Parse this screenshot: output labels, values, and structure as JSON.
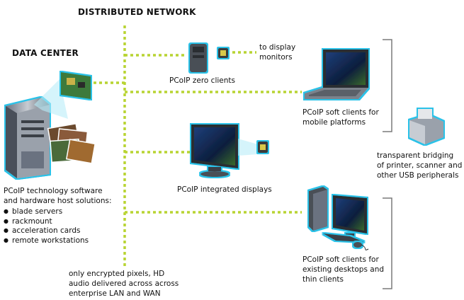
{
  "titles": {
    "network": "DISTRIBUTED NETWORK",
    "datacenter": "DATA CENTER"
  },
  "labels": {
    "zero_clients": "PCoIP zero clients",
    "to_display_1": "to display",
    "to_display_2": "monitors",
    "soft_mobile_1": "PCoIP soft clients for",
    "soft_mobile_2": "mobile platforms",
    "integrated": "PCoIP integrated displays",
    "bridging_1": "transparent bridging",
    "bridging_2": "of printer, scanner and",
    "bridging_3": "other USB peripherals",
    "soft_desktop_1": "PCoIP soft clients for",
    "soft_desktop_2": "existing desktops and",
    "soft_desktop_3": "thin clients",
    "host_1": "PCoIP technology software",
    "host_2": "and hardware host solutions:",
    "host_items": [
      "blade servers",
      "rackmount",
      "acceleration cards",
      "remote workstations"
    ],
    "network_note_1": "only encrypted pixels, HD",
    "network_note_2": "audio delivered across across",
    "network_note_3": "enterprise LAN and WAN"
  },
  "colors": {
    "network_line": "#b8d432",
    "device_glow": "#29c2e8",
    "bracket": "#7a7a7a"
  }
}
